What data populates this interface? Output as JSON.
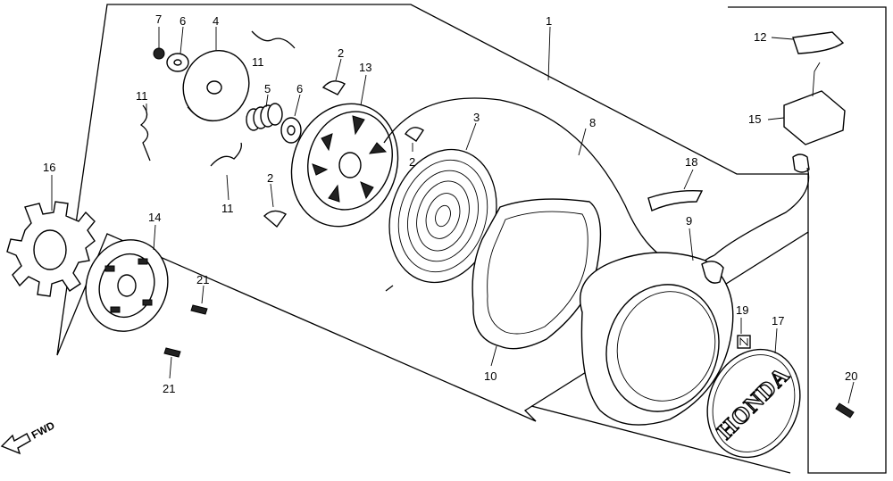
{
  "callouts": {
    "c1": "1",
    "c2a": "2",
    "c2b": "2",
    "c2c": "2",
    "c3": "3",
    "c4": "4",
    "c5": "5",
    "c6a": "6",
    "c6b": "6",
    "c7": "7",
    "c8": "8",
    "c9": "9",
    "c10": "10",
    "c11a": "11",
    "c11b": "11",
    "c11c": "11",
    "c12": "12",
    "c13": "13",
    "c14": "14",
    "c15": "15",
    "c16": "16",
    "c17": "17",
    "c18": "18",
    "c19": "19",
    "c20": "20",
    "c21a": "21",
    "c21b": "21"
  },
  "cover_logo": "HONDA",
  "direction_label": "FWD",
  "colors": {
    "ink": "#000000",
    "paper": "#ffffff"
  }
}
